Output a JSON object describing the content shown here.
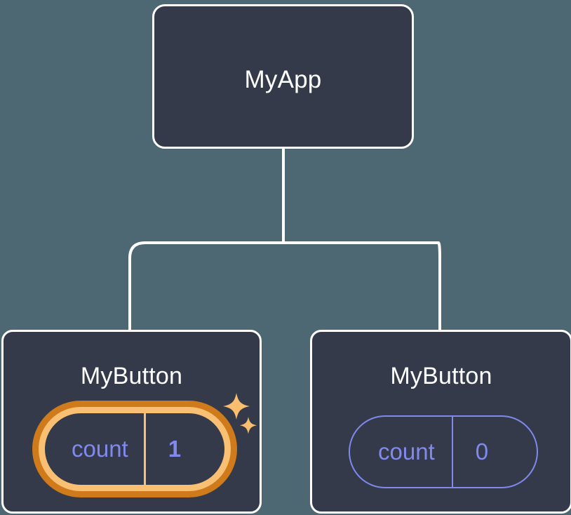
{
  "diagram": {
    "type": "component-tree",
    "title_semantic": "react-component-state-tree",
    "background_color": "#4d6872",
    "node_fill_color": "#343a49",
    "node_border_color": "#ffffff",
    "connector_color": "#ffffff",
    "state_color": "#8189ee",
    "highlight_outer_color": "#cf7a1b",
    "highlight_inner_color": "#f9bf73",
    "sparkle_color": "#fbbe6e"
  },
  "root": {
    "name": "MyApp"
  },
  "children": [
    {
      "name": "MyButton",
      "state": {
        "key": "count",
        "value": "1"
      },
      "highlighted": true,
      "sparkles": 2
    },
    {
      "name": "MyButton",
      "state": {
        "key": "count",
        "value": "0"
      },
      "highlighted": false,
      "sparkles": 0
    }
  ]
}
